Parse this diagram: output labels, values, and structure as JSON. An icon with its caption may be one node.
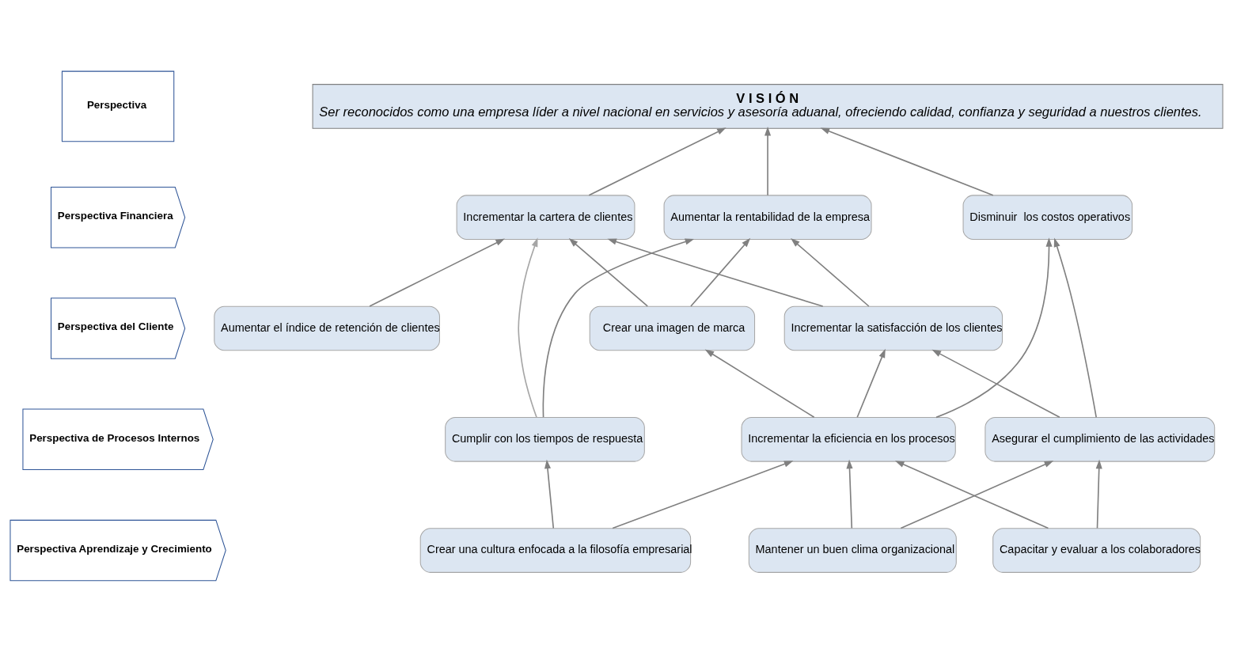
{
  "diagram": {
    "nodes": [
      {
        "text": [
          "Perspectiva"
        ]
      },
      {
        "text": [
          "V I S I Ó N",
          "Ser reconocidos como una empresa líder a nivel nacional en servicios y asesoría aduanal, ofreciendo calidad, confianza y seguridad a nuestros clientes."
        ]
      },
      {
        "text": [
          "Perspectiva Financiera"
        ]
      },
      {
        "text": [
          "Aumentar la rentabilidad de la empresa"
        ]
      },
      {
        "text": [
          "Incrementar la cartera de clientes"
        ]
      },
      {
        "text": [
          "Disminuir  los costos operativos"
        ]
      },
      {
        "text": [
          "Perspectiva del Cliente"
        ]
      },
      {
        "text": [
          "Crear una imagen de marca"
        ]
      },
      {
        "text": [
          "Incrementar la satisfacción de los clientes"
        ]
      },
      {
        "text": [
          "Aumentar el índice de retención de clientes"
        ]
      },
      {
        "text": [
          "Perspectiva de Procesos Internos"
        ]
      },
      {
        "text": [
          "Cumplir con los tiempos de respuesta"
        ]
      },
      {
        "text": [
          "Incrementar la eficiencia en los procesos"
        ]
      },
      {
        "text": [
          "Asegurar el cumplimiento de las actividades"
        ]
      },
      {
        "text": [
          "Perspectiva Aprendizaje y Crecimiento"
        ]
      },
      {
        "text": [
          "Crear una cultura enfocada a la filosofía empresarial"
        ]
      },
      {
        "text": [
          "Mantener un buen clima organizacional"
        ]
      },
      {
        "text": [
          "Capacitar y evaluar a los colaboradores"
        ]
      }
    ],
    "edges": [
      {
        "from": 3,
        "to": 1,
        "arrow": "to"
      },
      {
        "from": 4,
        "to": 1,
        "arrow": "to"
      },
      {
        "from": 5,
        "to": 1,
        "arrow": "to"
      },
      {
        "from": 7,
        "to": 3,
        "arrow": "to"
      },
      {
        "from": 7,
        "to": 4,
        "arrow": "to"
      },
      {
        "from": 8,
        "to": 3,
        "arrow": "to"
      },
      {
        "from": 8,
        "to": 4,
        "arrow": "to"
      },
      {
        "from": 9,
        "to": 4,
        "arrow": "to"
      },
      {
        "from": 11,
        "to": 3,
        "arrow": "to"
      },
      {
        "from": 11,
        "to": 4,
        "arrow": "to",
        "color": "#a6a6a6"
      },
      {
        "from": 12,
        "to": 7,
        "arrow": "to"
      },
      {
        "from": 12,
        "to": 8,
        "arrow": "to"
      },
      {
        "from": 12,
        "to": 5,
        "arrow": "to"
      },
      {
        "from": 13,
        "to": 8,
        "arrow": "to"
      },
      {
        "from": 13,
        "to": 5,
        "arrow": "to"
      },
      {
        "from": 15,
        "to": 11,
        "arrow": "to"
      },
      {
        "from": 15,
        "to": 12,
        "arrow": "to"
      },
      {
        "from": 16,
        "to": 12,
        "arrow": "to"
      },
      {
        "from": 16,
        "to": 13,
        "arrow": "to"
      },
      {
        "from": 17,
        "to": 12,
        "arrow": "to"
      },
      {
        "from": 17,
        "to": 13,
        "arrow": "to"
      }
    ]
  }
}
